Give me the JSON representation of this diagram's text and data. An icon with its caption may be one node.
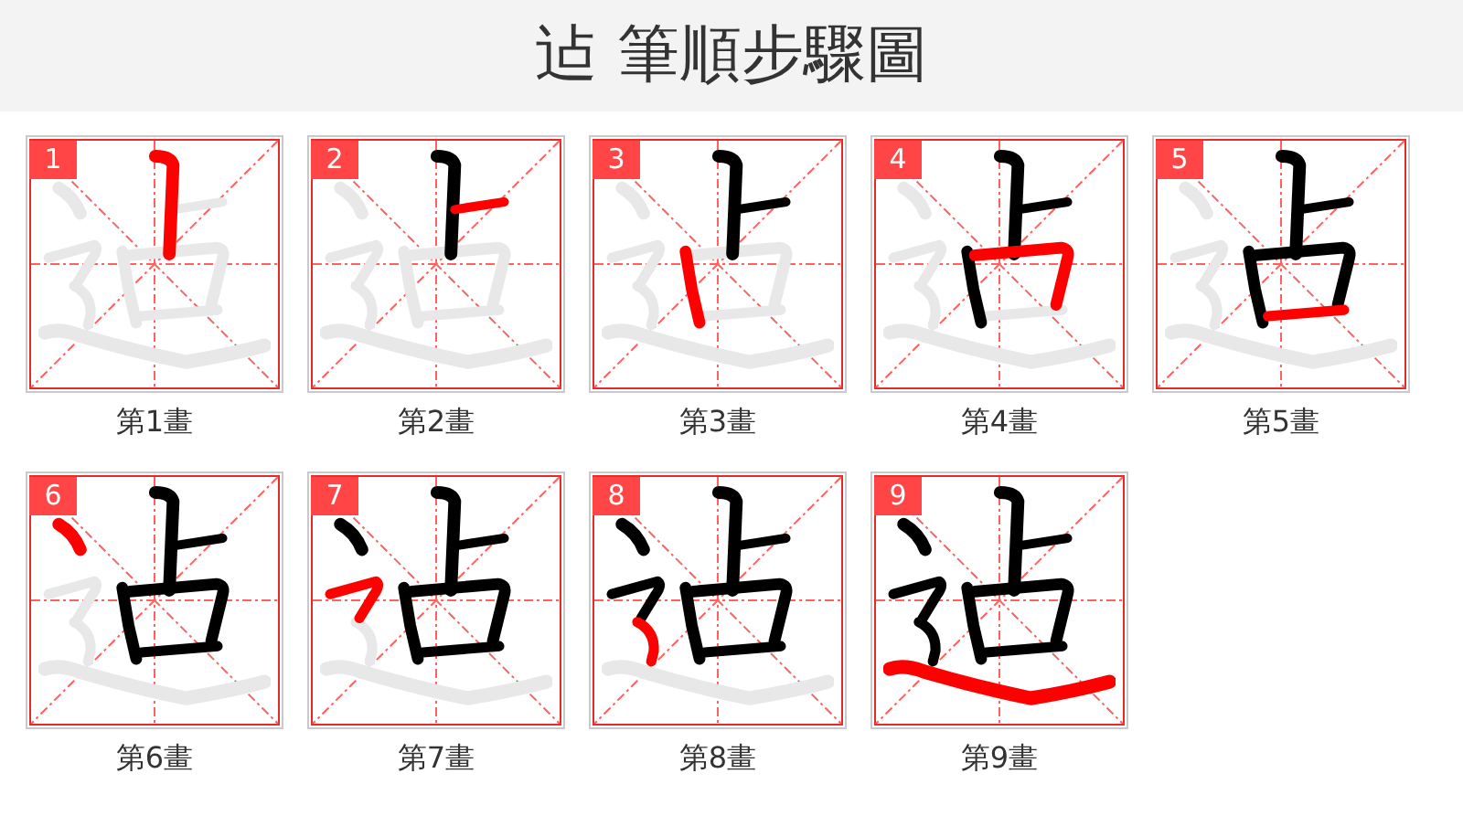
{
  "diagram": {
    "title": "迠 筆順步驟圖",
    "nodes": [
      {
        "text": [
          "1"
        ],
        "beside": [
          "第1畫"
        ]
      },
      {
        "text": [
          "2"
        ],
        "beside": [
          "第2畫"
        ]
      },
      {
        "text": [
          "3"
        ],
        "beside": [
          "第3畫"
        ]
      },
      {
        "text": [
          "4"
        ],
        "beside": [
          "第4畫"
        ]
      },
      {
        "text": [
          "5"
        ],
        "beside": [
          "第5畫"
        ]
      },
      {
        "text": [
          "6"
        ],
        "beside": [
          "第6畫"
        ]
      },
      {
        "text": [
          "7"
        ],
        "beside": [
          "第7畫"
        ]
      },
      {
        "text": [
          "8"
        ],
        "beside": [
          "第8畫"
        ]
      },
      {
        "text": [
          "9"
        ],
        "beside": [
          "第9畫"
        ]
      }
    ]
  }
}
